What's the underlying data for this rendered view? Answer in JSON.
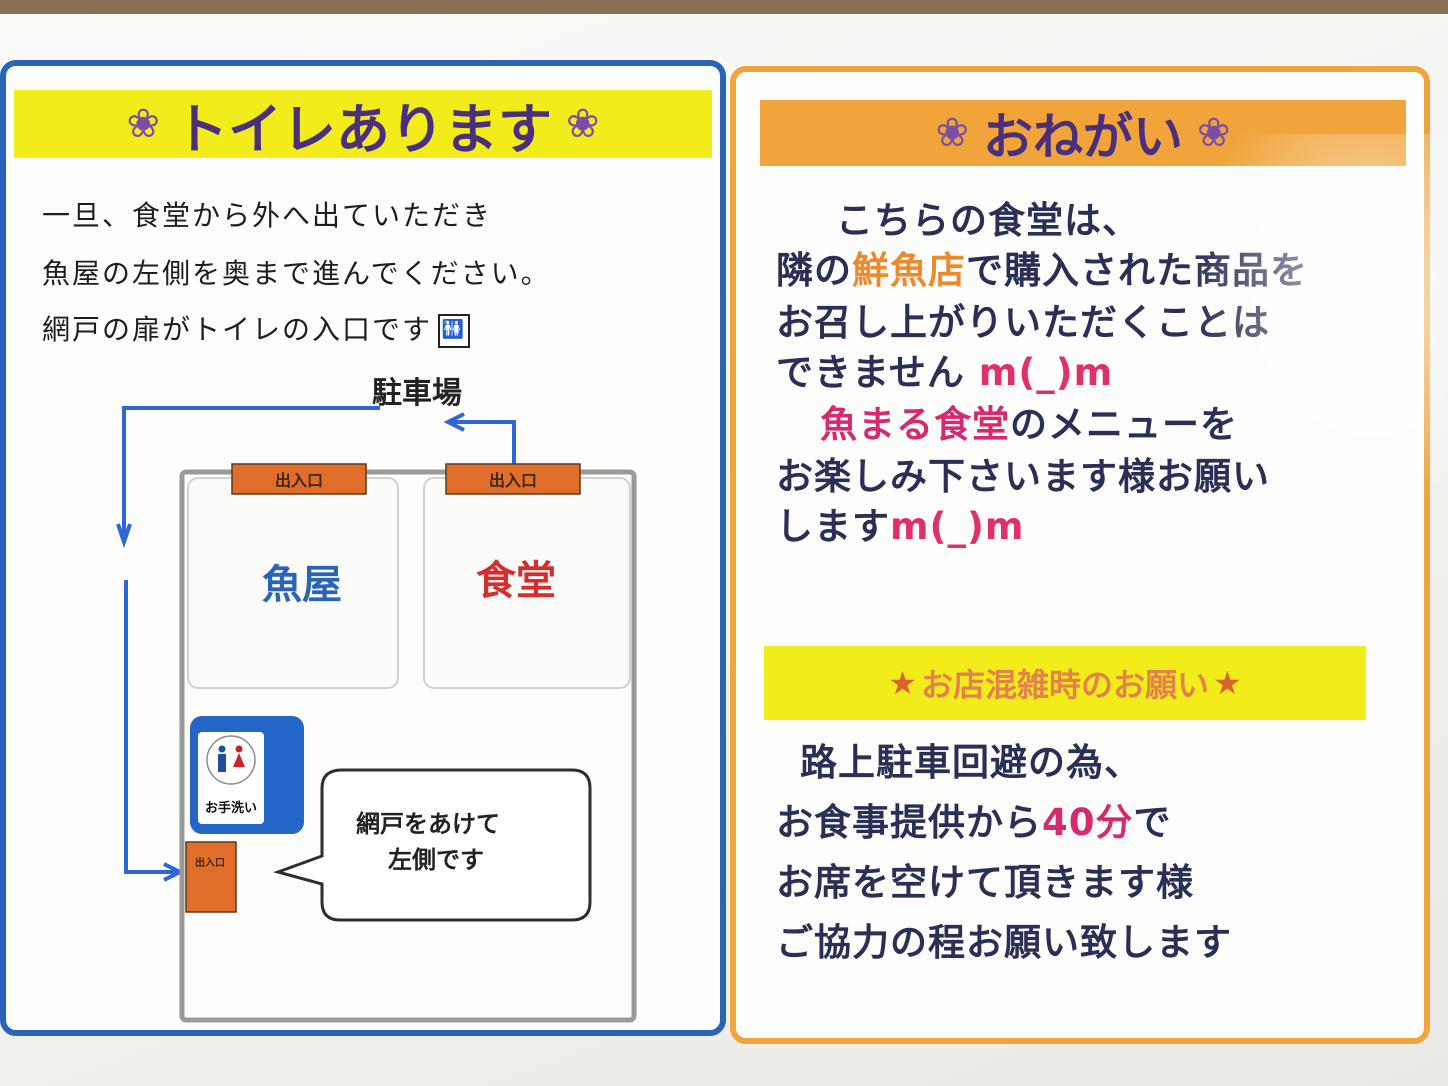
{
  "toilet": {
    "heading": "トイレあります",
    "flower_glyph": "❀",
    "lines": [
      "一旦、食堂から外へ出ていただき",
      "魚屋の左側を奥まで進んでください。",
      "網戸の扉がトイレの入口です"
    ],
    "map": {
      "parking": "駐車場",
      "entrance": "出入口",
      "fish_shop": "魚屋",
      "cafeteria": "食堂",
      "handwash": "お手洗い",
      "bubble_line1": "網戸をあけて",
      "bubble_line2": "左側です"
    },
    "colors": {
      "frame": "#2a64b8",
      "banner": "#f3ec1b",
      "entrance": "#e16d2a",
      "fish_shop": "#2a64b8",
      "cafeteria": "#d62e2e"
    }
  },
  "request": {
    "heading": "おねがい",
    "p1": {
      "l1": "こちらの食堂は、",
      "l2_a": "隣の",
      "l2_b": "鮮魚店",
      "l2_c": "で購入された商品を",
      "l3": "お召し上がりいただくことは",
      "l4_a": "できません",
      "l4_b": "m(_)m",
      "l5_a": "魚まる食堂",
      "l5_b": "のメニューを",
      "l6": "お楽しみ下さいます様お願い",
      "l7_a": "します",
      "l7_b": "m(_)m"
    },
    "busy": {
      "heading": "お店混雑時のお願い",
      "star_glyph": "★",
      "l1": "路上駐車回避の為、",
      "l2_a": "お食事提供から",
      "l2_b": "40分",
      "l2_c": "で",
      "l3": "お席を空けて頂きます様",
      "l4": "ご協力の程お願い致します"
    },
    "colors": {
      "frame": "#eea53c",
      "banner": "#f0a43a",
      "text": "#2a2f55",
      "highlight_orange": "#ec8a2c",
      "highlight_magenta": "#d52a6f"
    }
  }
}
